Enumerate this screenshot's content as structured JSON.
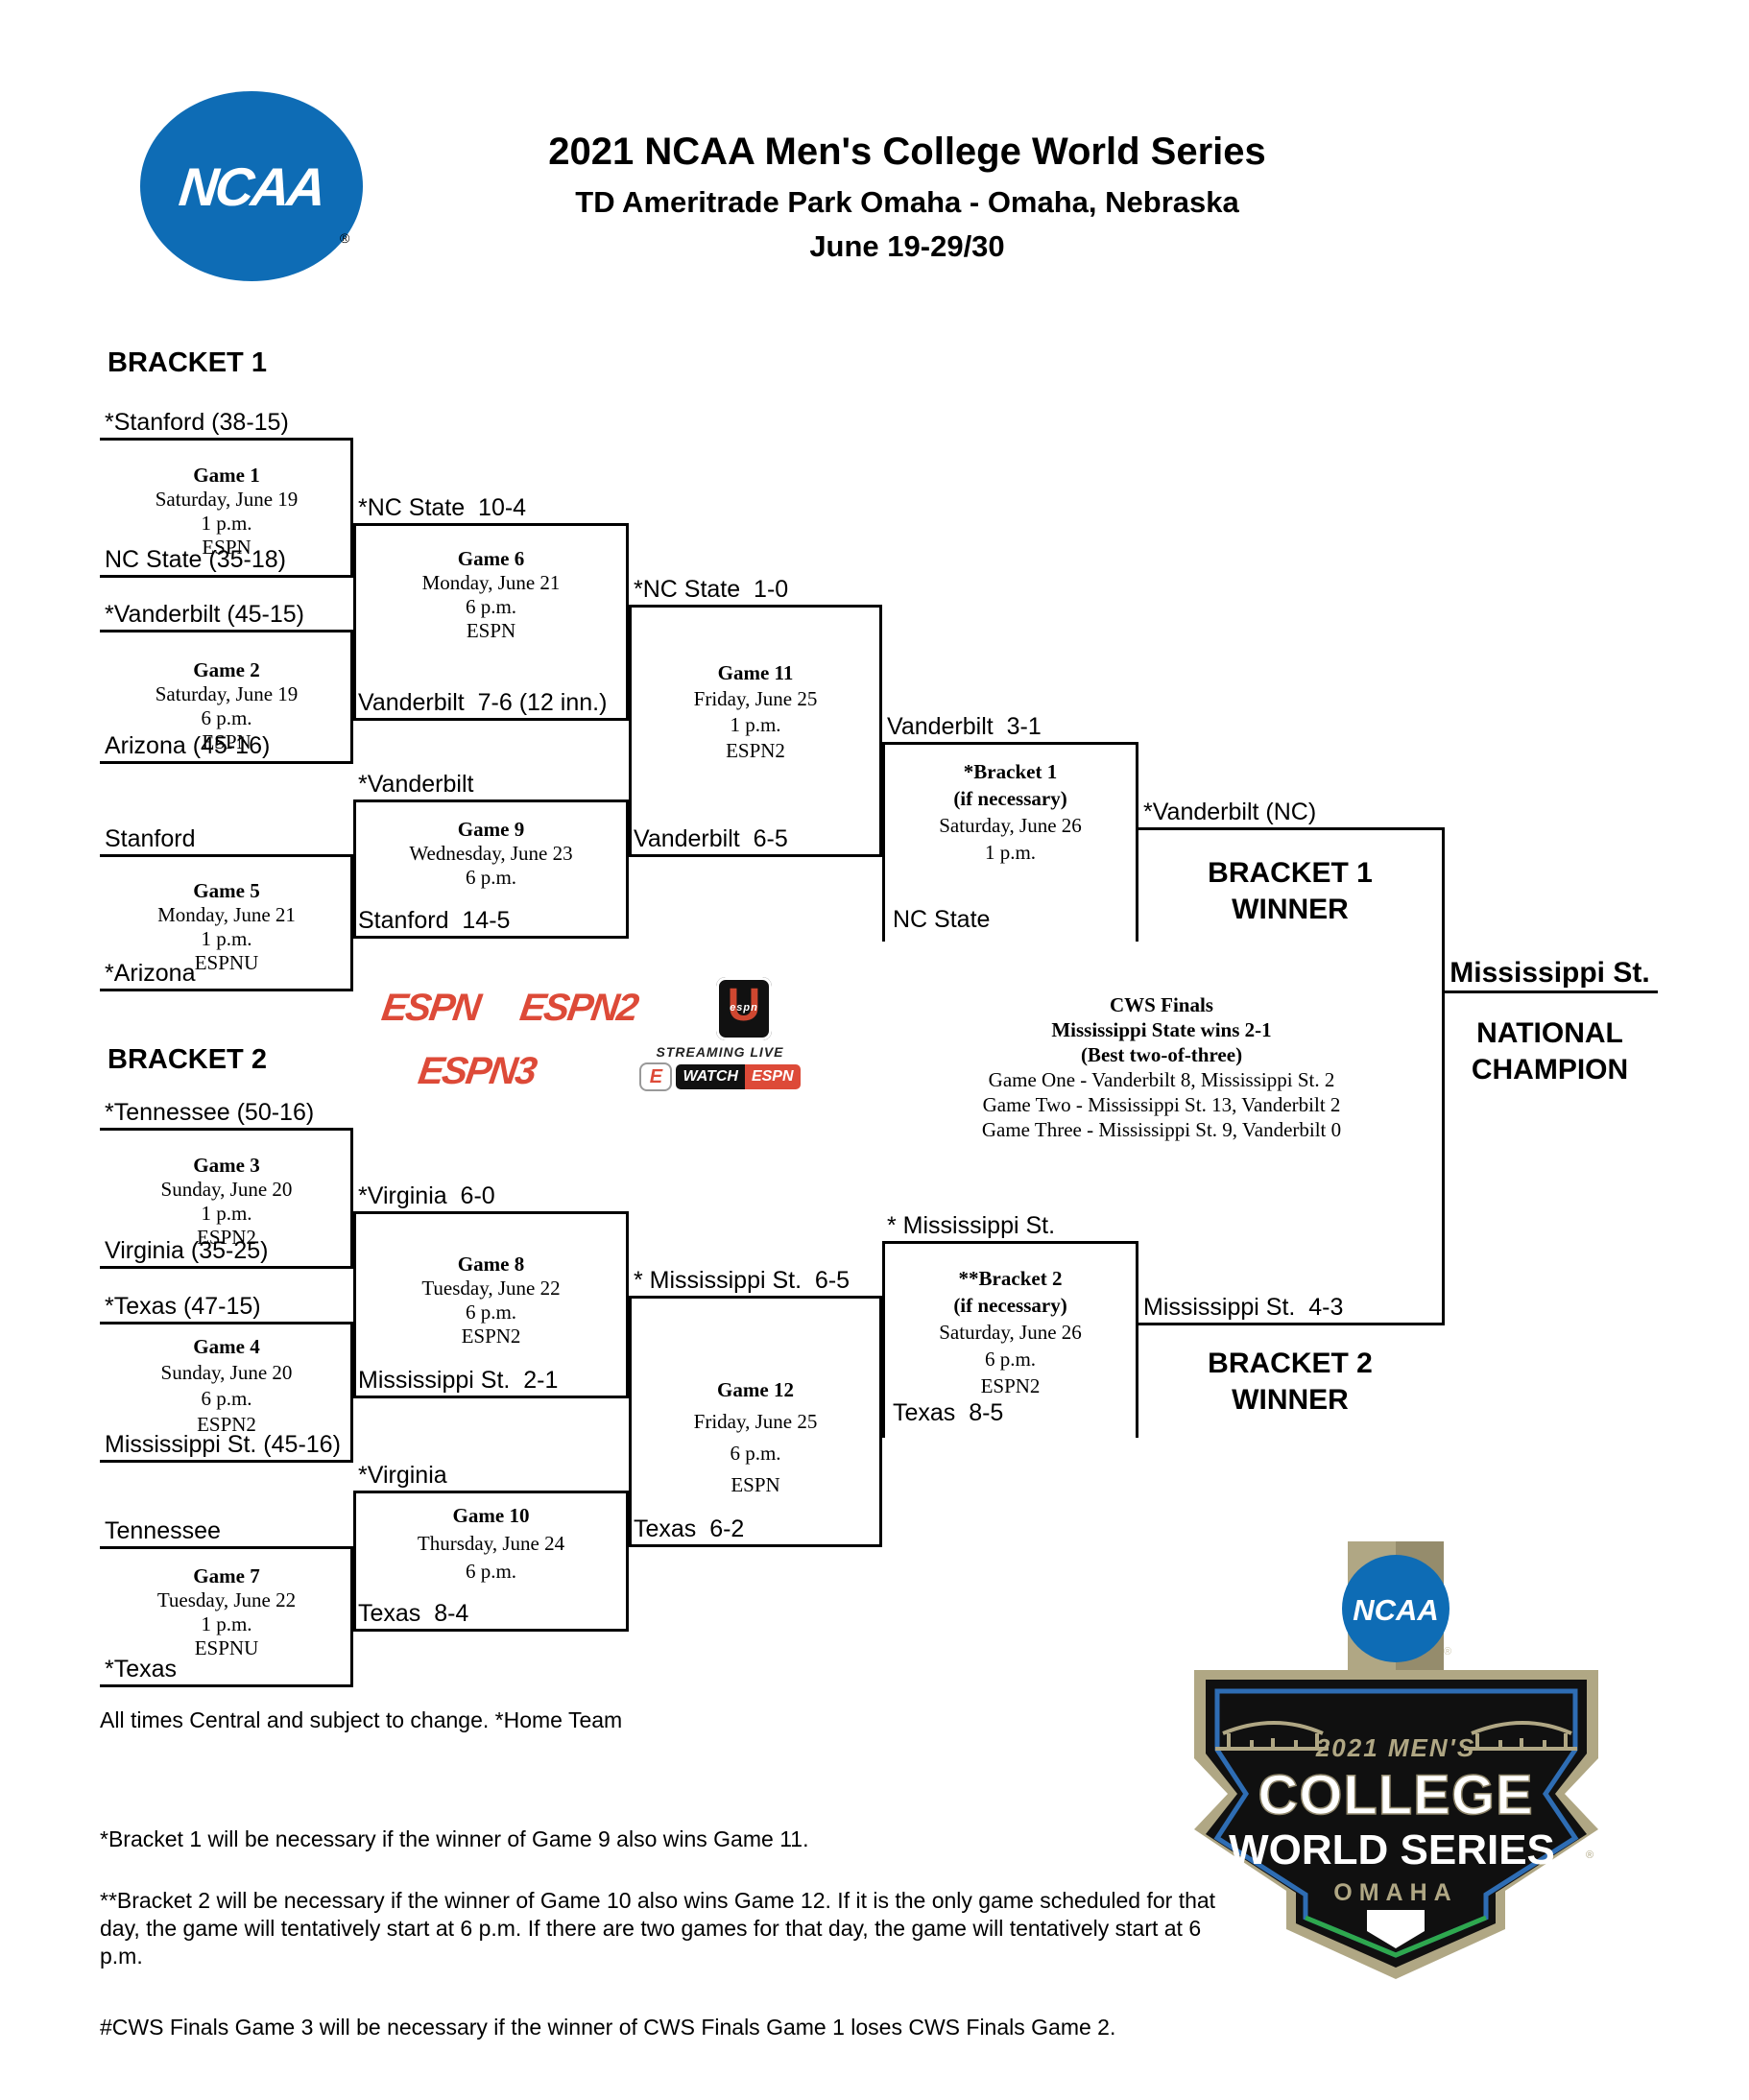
{
  "header": {
    "ncaa_logo": "NCAA",
    "registered": "®",
    "title": "2021 NCAA Men's College World Series",
    "subtitle": "TD Ameritrade Park Omaha - Omaha, Nebraska",
    "dates": "June 19-29/30"
  },
  "labels": {
    "bracket1": "BRACKET 1",
    "bracket2": "BRACKET 2",
    "bracket1_winner": [
      "BRACKET 1",
      "WINNER"
    ],
    "bracket2_winner": [
      "BRACKET 2",
      "WINNER"
    ],
    "national_champion": [
      "NATIONAL",
      "CHAMPION"
    ]
  },
  "slots": {
    "b1_s1": "*Stanford (38-15)",
    "b1_s2": "NC State (35-18)",
    "b1_s3": "*Vanderbilt (45-15)",
    "b1_s4": "Arizona (45-16)",
    "b1_s5": "Stanford",
    "b1_s6": "*Arizona",
    "b1_w1": "*NC State  10-4",
    "b1_w2": "Vanderbilt  7-6 (12 inn.)",
    "b1_w3": "*Vanderbilt",
    "b1_w4": "Stanford  14-5",
    "b1_w5": "*NC State  1-0",
    "b1_w6": "Vanderbilt  6-5",
    "b1_w7": "Vanderbilt  3-1",
    "b1_w8": "NC State",
    "b1_winner": "*Vanderbilt (NC)",
    "b2_s1": "*Tennessee (50-16)",
    "b2_s2": "Virginia (35-25)",
    "b2_s3": "*Texas (47-15)",
    "b2_s4": "Mississippi St. (45-16)",
    "b2_s5": "Tennessee",
    "b2_s6": "*Texas",
    "b2_w1": "*Virginia  6-0",
    "b2_w2": "Mississippi St.  2-1",
    "b2_w3": "*Virginia",
    "b2_w4": "Texas  8-4",
    "b2_w5": "* Mississippi St.  6-5",
    "b2_w6": "Texas  6-2",
    "b2_w7": "* Mississippi St.",
    "b2_w8": "Texas  8-5",
    "b2_winner": "Mississippi St.  4-3",
    "champion": "Mississippi St."
  },
  "games": {
    "game1": [
      "Game 1",
      "Saturday, June 19",
      "1 p.m.",
      "ESPN"
    ],
    "game2": [
      "Game 2",
      "Saturday, June 19",
      "6 p.m.",
      "ESPN"
    ],
    "game3": [
      "Game 3",
      "Sunday, June 20",
      "1 p.m.",
      "ESPN2"
    ],
    "game4": [
      "Game 4",
      "Sunday, June 20",
      "6 p.m.",
      "ESPN2"
    ],
    "game5": [
      "Game 5",
      "Monday, June 21",
      "1 p.m.",
      "ESPNU"
    ],
    "game6": [
      "Game 6",
      "Monday, June 21",
      "6 p.m.",
      "ESPN"
    ],
    "game7": [
      "Game 7",
      "Tuesday, June 22",
      "1 p.m.",
      "ESPNU"
    ],
    "game8": [
      "Game 8",
      "Tuesday, June 22",
      "6 p.m.",
      "ESPN2"
    ],
    "game9": [
      "Game 9",
      "Wednesday, June 23",
      "6 p.m."
    ],
    "game10": [
      "Game 10",
      "Thursday, June 24",
      "6 p.m."
    ],
    "game11": [
      "Game 11",
      "Friday, June 25",
      "1 p.m.",
      "ESPN2"
    ],
    "game12": [
      "Game 12",
      "Friday, June 25",
      "6 p.m.",
      "ESPN"
    ],
    "b1nec": [
      "*Bracket 1",
      "(if necessary)",
      "Saturday, June 26",
      "1 p.m."
    ],
    "b2nec": [
      "**Bracket 2",
      "(if necessary)",
      "Saturday, June 26",
      "6 p.m.",
      "ESPN2"
    ]
  },
  "cws_finals": {
    "line1": "CWS Finals",
    "line2": "Mississippi State wins 2-1",
    "line3": "(Best two-of-three)",
    "line4": "Game One - Vanderbilt 8, Mississippi St. 2",
    "line5": "Game Two - Mississippi St. 13, Vanderbilt 2",
    "line6": "Game Three - Mississippi St. 9, Vanderbilt 0"
  },
  "networks": {
    "espn": "ESPN",
    "espn2": "ESPN2",
    "espn3": "ESPN3",
    "espnu_u": "U",
    "espnu_small": "espn",
    "streaming": "STREAMING LIVE",
    "watch": "WATCH",
    "watch_espn": "ESPN",
    "e": "E"
  },
  "cws_logo": {
    "ncaa": "NCAA",
    "year_mens": "2021 MEN'S",
    "college": "COLLEGE",
    "world_series": "WORLD SERIES",
    "omaha": "OMAHA",
    "registered": "®"
  },
  "notes": {
    "all_times": "All times Central and subject to change. *Home Team",
    "note1": "*Bracket 1 will be necessary if the winner of Game 9 also wins Game 11.",
    "note2": [
      "**Bracket 2 will be necessary if the winner of Game 10 also wins Game 12. If it is the only game scheduled for that",
      "day, the game will tentatively start at 6 p.m. If there are two games for that day, the game will tentatively start at 6",
      "p.m."
    ],
    "note3": "#CWS Finals Game 3 will be necessary if the winner of CWS Finals Game 1 loses CWS Finals Game 2."
  },
  "colors": {
    "ncaa_blue": "#0e6cb5",
    "espn_red": "#dd4a38",
    "cws_tan": "#b0a784",
    "cws_blue": "#2e6db4",
    "cws_green": "#2ea84e"
  }
}
